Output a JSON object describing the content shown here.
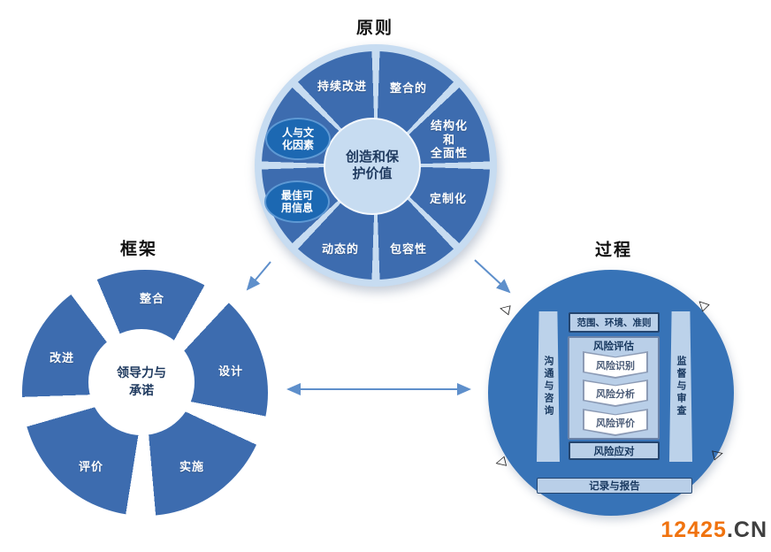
{
  "principles": {
    "title": "原则",
    "center": "创造和保\n护价值",
    "segments": [
      "持续改进",
      "整合的",
      "结构化和\n全面性",
      "定制化",
      "包容性",
      "动态的"
    ],
    "bubbles": [
      "人与文\n化因素",
      "最佳可\n用信息"
    ]
  },
  "framework": {
    "title": "框架",
    "center": "领导力与\n承诺",
    "segments": [
      "整合",
      "设计",
      "实施",
      "评价",
      "改进"
    ]
  },
  "process": {
    "title": "过程",
    "context_box": "范围、环境、准则",
    "assessment": {
      "title": "风险评估",
      "steps": [
        "风险识别",
        "风险分析",
        "风险评价"
      ]
    },
    "treatment_box": "风险应对",
    "recording_box": "记录与报告",
    "left_bar": "沟通与咨询",
    "right_bar": "监督与审查"
  },
  "icons": {
    "cycle_arrow_left": "◁",
    "cycle_arrow_right": "▷"
  },
  "watermark": {
    "number": "12425",
    "suffix": ".CN"
  },
  "colors": {
    "segment_blue": "#3D6CAF",
    "process_blue": "#3773B7",
    "bubble_blue": "#1C68B2",
    "light_blue": "#C7DCF1",
    "box_blue": "#B9CFE8",
    "navy_text": "#17375E",
    "arrow_blue": "#5E8FCB",
    "watermark_orange": "#F0730F"
  }
}
